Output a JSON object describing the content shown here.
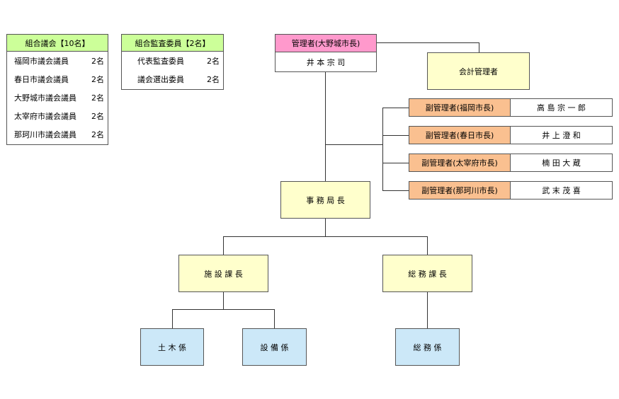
{
  "assembly": {
    "title": "組合議会【10名】",
    "rows": [
      {
        "name": "福岡市議会議員",
        "count": "2名"
      },
      {
        "name": "春日市議会議員",
        "count": "2名"
      },
      {
        "name": "大野城市議会議員",
        "count": "2名"
      },
      {
        "name": "太宰府市議会議員",
        "count": "2名"
      },
      {
        "name": "那珂川市議会議員",
        "count": "2名"
      }
    ]
  },
  "auditors": {
    "title": "組合監査委員【2名】",
    "rows": [
      {
        "name": "代表監査委員",
        "count": "2名"
      },
      {
        "name": "議会選出委員",
        "count": "2名"
      }
    ]
  },
  "manager": {
    "title": "管理者(大野城市長)",
    "name": "井 本 宗 司"
  },
  "accounting": "会計管理者",
  "deputies": [
    {
      "title": "副管理者(福岡市長)",
      "name": "高 島 宗 一 郎"
    },
    {
      "title": "副管理者(春日市長)",
      "name": "井 上 澄 和"
    },
    {
      "title": "副管理者(太宰府市長)",
      "name": "楠 田 大 蔵"
    },
    {
      "title": "副管理者(那珂川市長)",
      "name": "武 末 茂 喜"
    }
  ],
  "secretary_general": "事 務 局 長",
  "facilities_chief": "施 設 課 長",
  "general_affairs_chief": "総 務 課 長",
  "civil_section": "土 木 係",
  "equipment_section": "設 備 係",
  "general_section": "総 務 係",
  "colors": {
    "manager_header": "#ff99cc",
    "deputy_header": "#fac090",
    "yellow_box": "#ffffcc",
    "blue_box": "#cce8f8",
    "table_header": "#ccff99"
  }
}
